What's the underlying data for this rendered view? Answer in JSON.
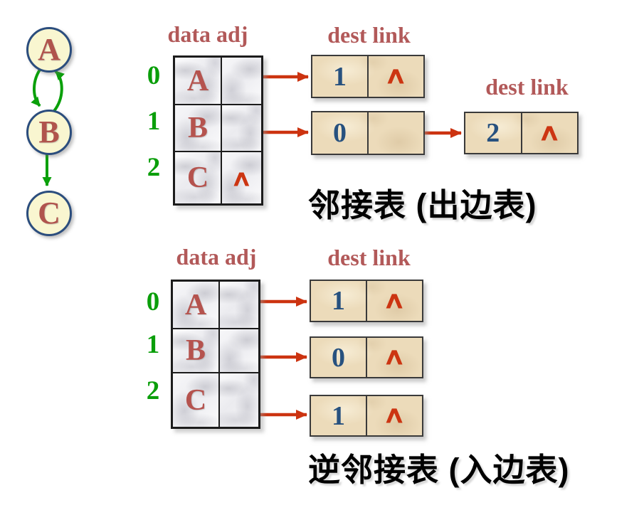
{
  "graph": {
    "nodes": [
      {
        "label": "A"
      },
      {
        "label": "B"
      },
      {
        "label": "C"
      }
    ],
    "edges": [
      "A->B",
      "B->A",
      "B->C"
    ]
  },
  "adjacency_list": {
    "array_header": "data adj",
    "list_header_1": "dest link",
    "list_header_2": "dest link",
    "rows": [
      {
        "index": "0",
        "data": "A"
      },
      {
        "index": "1",
        "data": "B"
      },
      {
        "index": "2",
        "data": "C",
        "adj_null": "∧"
      }
    ],
    "list_nodes": [
      {
        "dest": "1",
        "link_null": "∧"
      },
      {
        "dest": "0"
      },
      {
        "dest": "2",
        "link_null": "∧"
      }
    ],
    "caption": "邻接表 (出边表)"
  },
  "inverse_adjacency_list": {
    "array_header": "data adj",
    "list_header": "dest link",
    "rows": [
      {
        "index": "0",
        "data": "A"
      },
      {
        "index": "1",
        "data": "B"
      },
      {
        "index": "2",
        "data": "C"
      }
    ],
    "list_nodes": [
      {
        "dest": "1",
        "link_null": "∧"
      },
      {
        "dest": "0",
        "link_null": "∧"
      },
      {
        "dest": "1",
        "link_null": "∧"
      }
    ],
    "caption": "逆邻接表 (入边表)"
  },
  "colors": {
    "header_red": "#b25959",
    "vertex_letter_red": "#b5534e",
    "index_green": "#0a9e0a",
    "arrow_red": "#cc3310",
    "pointer_blue": "#27517f",
    "node_parchment": "#ecdbba",
    "circle_fill": "#f9f6d0",
    "circle_border": "#2b4d7d",
    "edge_green": "#0aa00a",
    "caption_black": "#000000"
  }
}
